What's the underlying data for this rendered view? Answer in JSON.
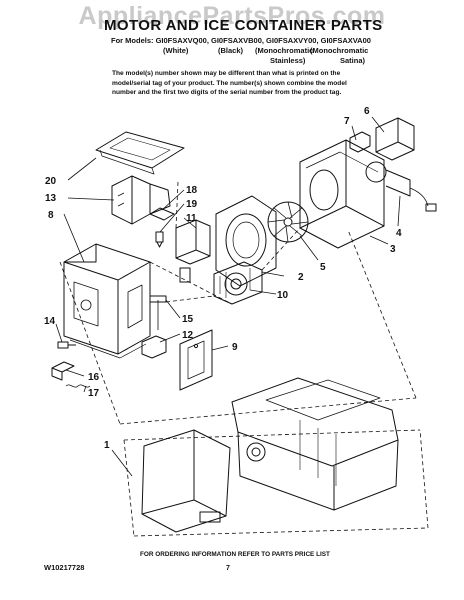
{
  "watermark": "AppliancePartsPros.com",
  "title": "MOTOR AND ICE CONTAINER PARTS",
  "models_line": "For Models: GI0FSAXVQ00, GI0FSAXVB00, GI0FSAXVY00, GI0FSAXVA00",
  "variants": [
    "(White)",
    "(Black)",
    "(Monochromatic",
    "(Monochromatic",
    "Stainless)",
    "Satina)"
  ],
  "note_lines": [
    "The model(s) number shown may be different than what is printed on the",
    "model/serial tag of your product. The number(s) shown combine the model",
    "number and the first two digits of the serial number from the product tag."
  ],
  "callouts": [
    "6",
    "7",
    "5",
    "4",
    "3",
    "2",
    "10",
    "20",
    "13",
    "18",
    "19",
    "11",
    "8",
    "14",
    "15",
    "12",
    "9",
    "16",
    "17",
    "1"
  ],
  "footer": "FOR ORDERING INFORMATION REFER TO PARTS PRICE LIST",
  "doc_number": "W10217728",
  "page_number": "7"
}
